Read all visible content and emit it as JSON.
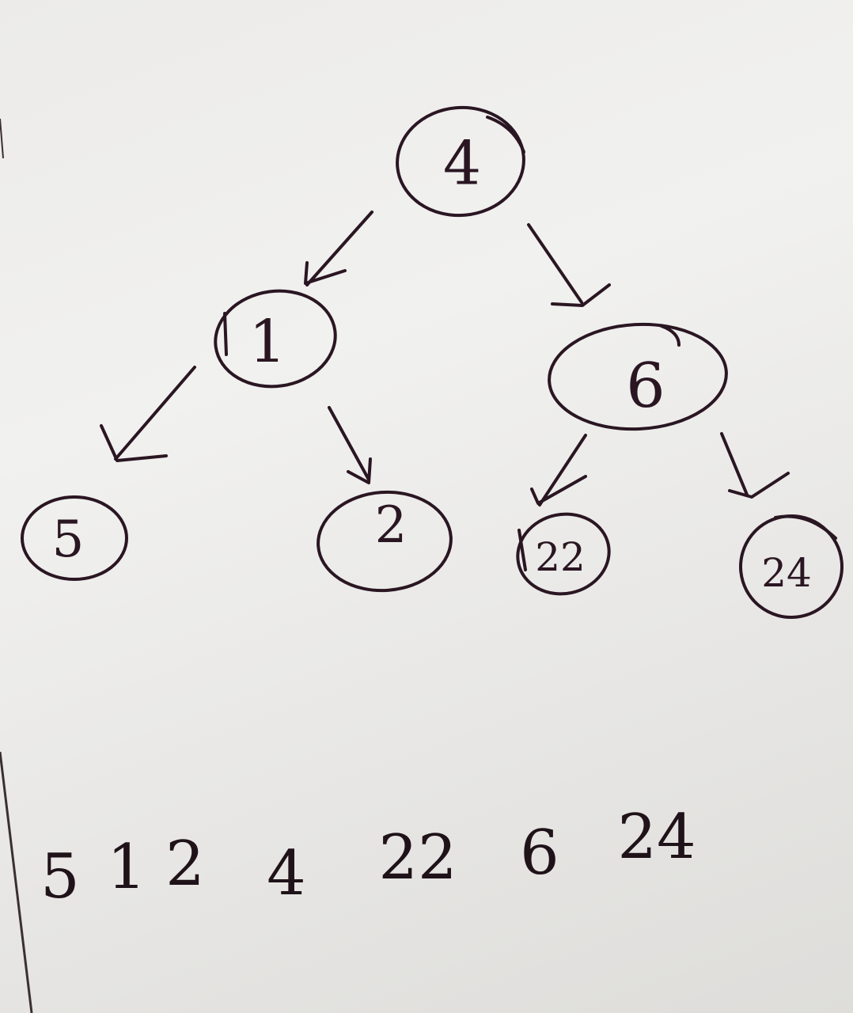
{
  "tree": {
    "nodes": [
      {
        "id": "root",
        "label": "4"
      },
      {
        "id": "left",
        "label": "1"
      },
      {
        "id": "right",
        "label": "6"
      },
      {
        "id": "left-left",
        "label": "5"
      },
      {
        "id": "left-right",
        "label": "2"
      },
      {
        "id": "right-left",
        "label": "22"
      },
      {
        "id": "right-right",
        "label": "24"
      }
    ]
  },
  "traversal": [
    "5",
    "1",
    "2",
    "4",
    "22",
    "6",
    "24"
  ]
}
